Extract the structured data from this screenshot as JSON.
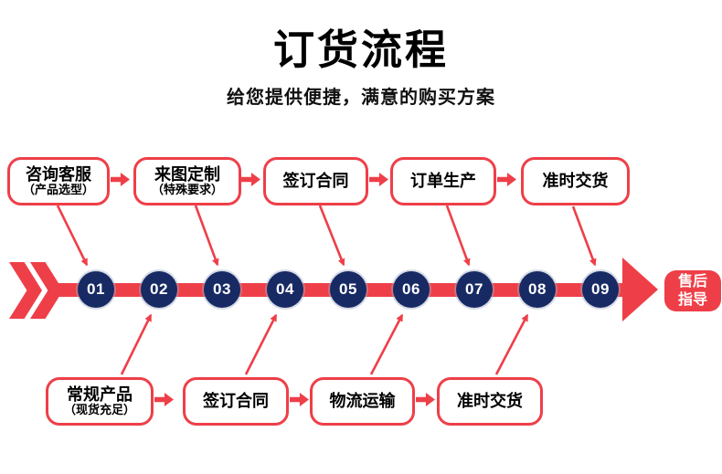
{
  "header": {
    "title": "订货流程",
    "subtitle": "给您提供便捷，满意的购买方案"
  },
  "colors": {
    "accent_red": "#ee3f48",
    "step_navy": "#182a64",
    "text_black": "#000000",
    "badge_text_white": "#ffffff"
  },
  "top_flow": [
    {
      "title": "咨询客服",
      "note": "（产品选型）"
    },
    {
      "title": "来图定制",
      "note": "（特殊要求）"
    },
    {
      "title": "签订合同",
      "note": ""
    },
    {
      "title": "订单生产",
      "note": ""
    },
    {
      "title": "准时交货",
      "note": ""
    }
  ],
  "bottom_flow": [
    {
      "title": "常规产品",
      "note": "（现货充足）"
    },
    {
      "title": "签订合同",
      "note": ""
    },
    {
      "title": "物流运输",
      "note": ""
    },
    {
      "title": "准时交货",
      "note": ""
    }
  ],
  "steps": [
    "01",
    "02",
    "03",
    "04",
    "05",
    "06",
    "07",
    "08",
    "09"
  ],
  "end_badge": {
    "line1": "售后",
    "line2": "指导"
  }
}
